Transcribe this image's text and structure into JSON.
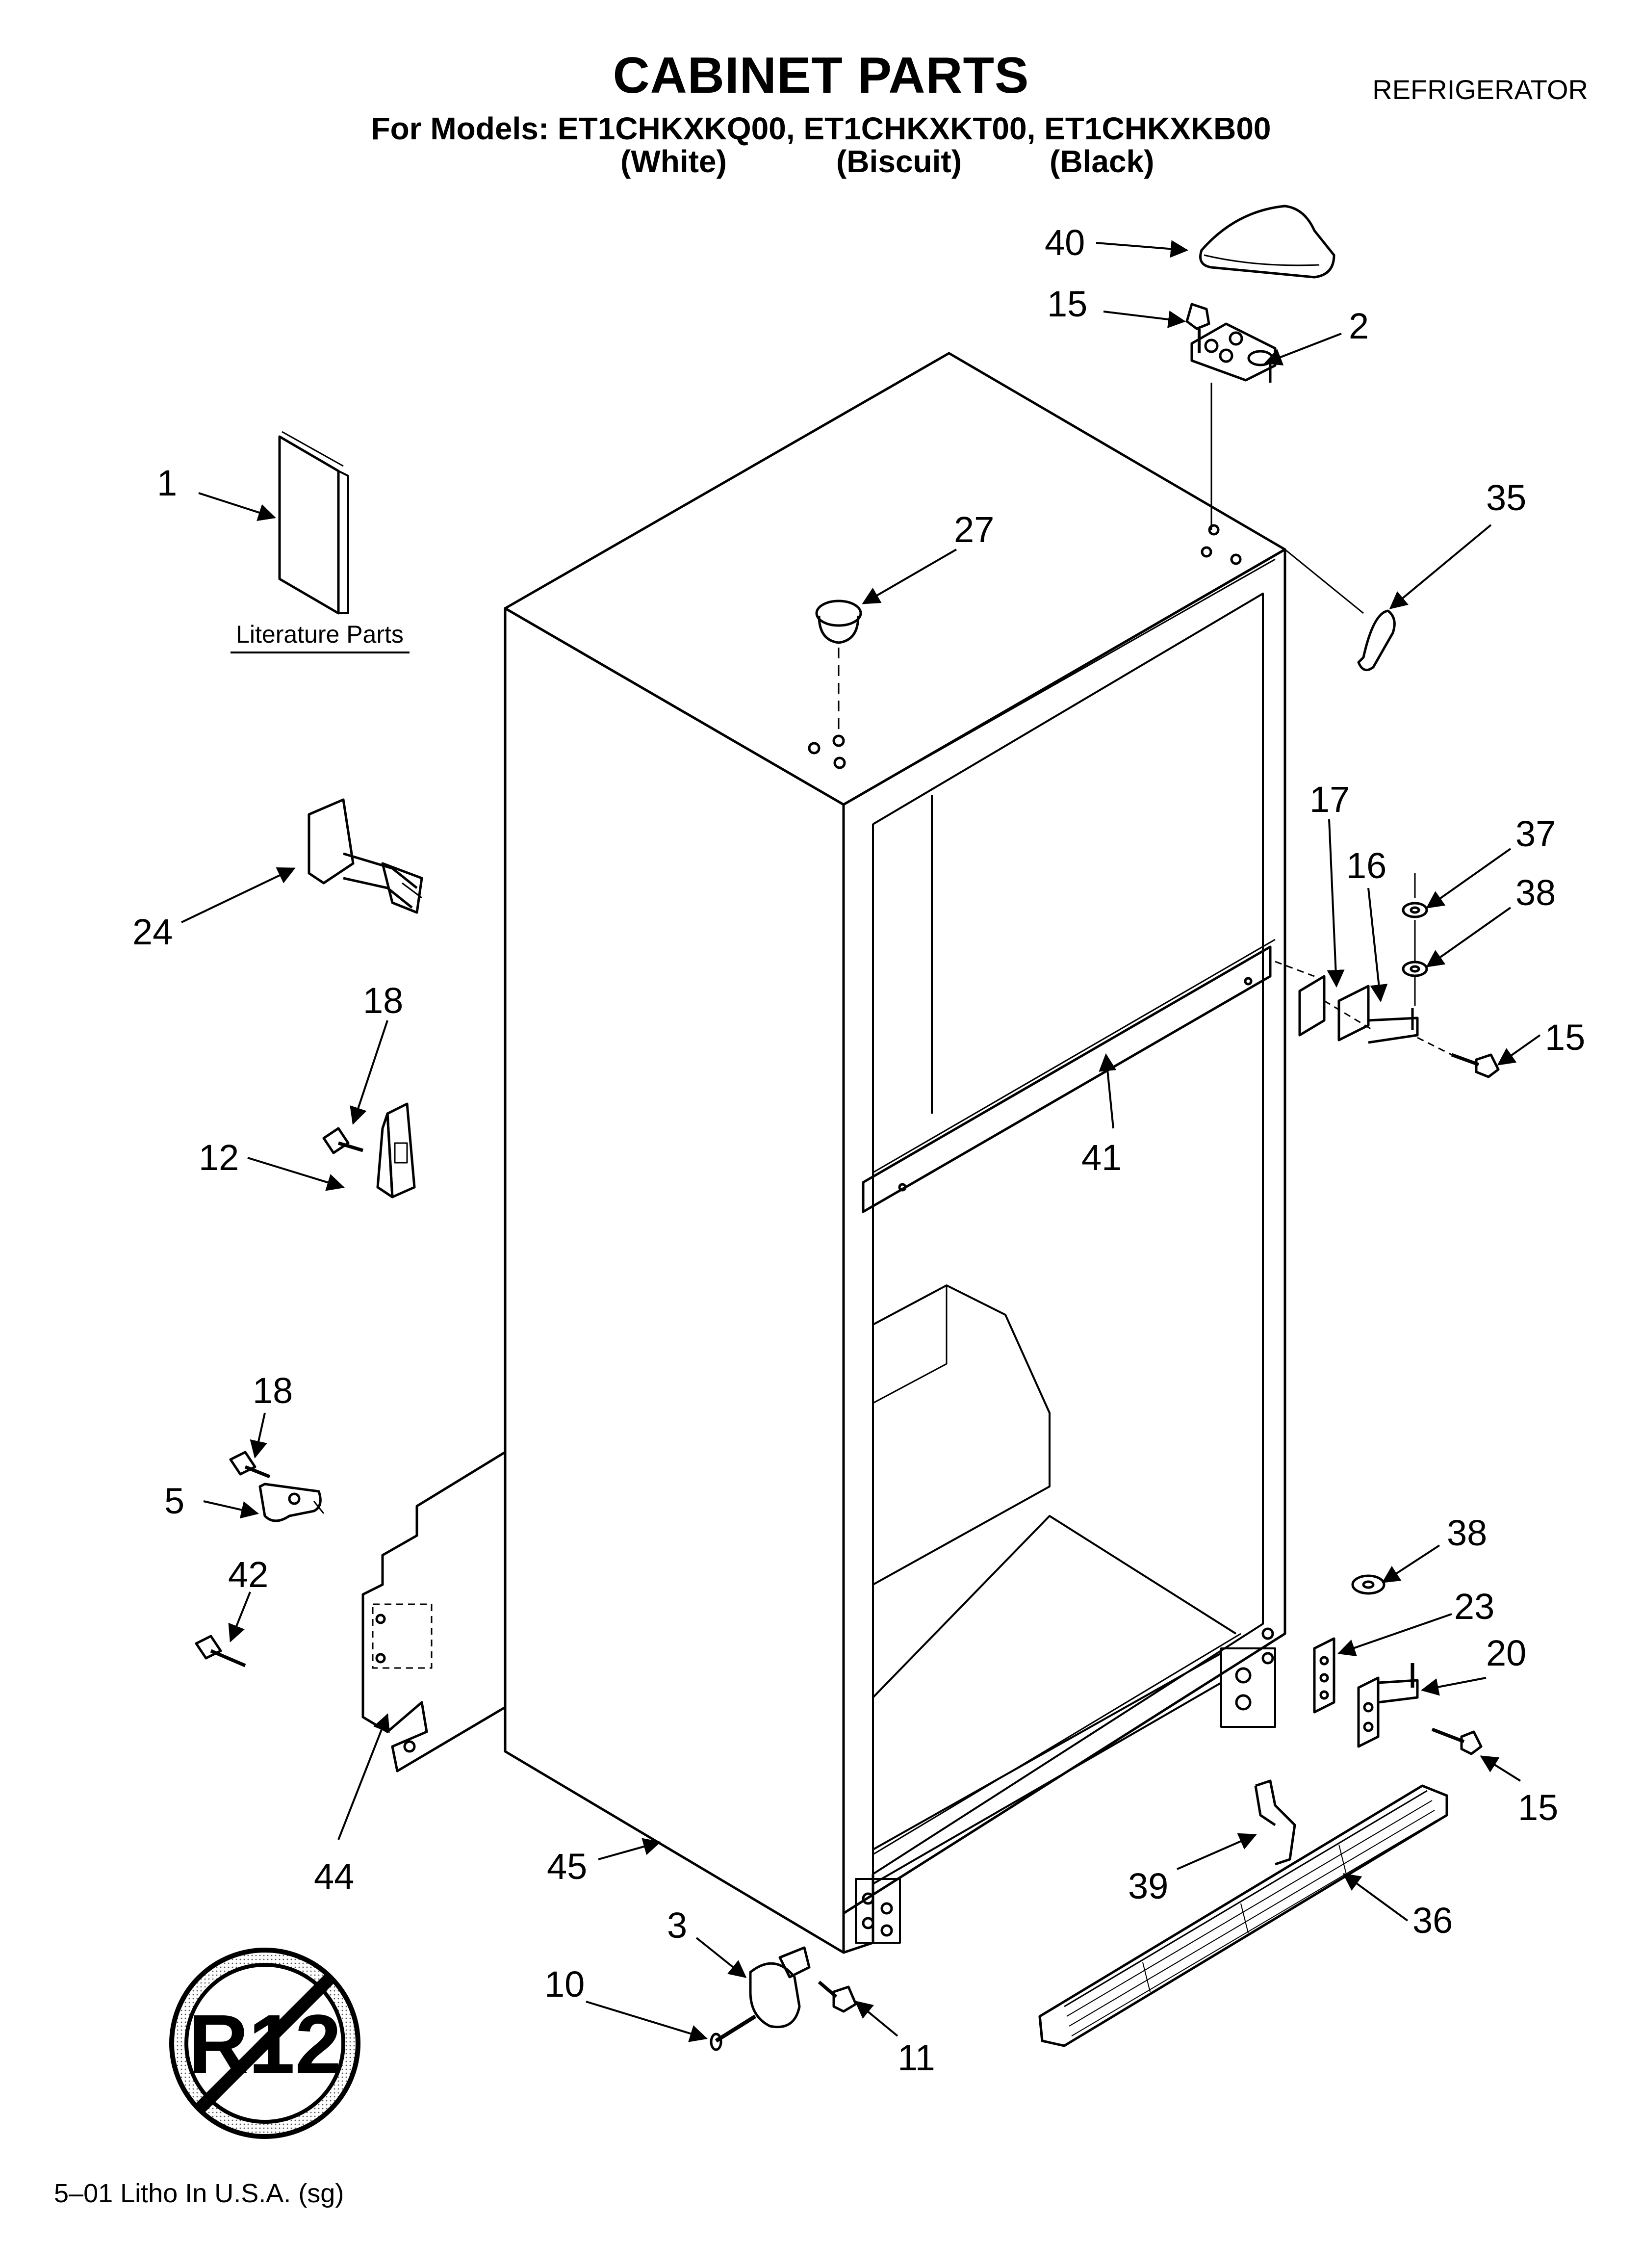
{
  "header": {
    "title": "CABINET PARTS",
    "category": "REFRIGERATOR",
    "models_line": "For Models: ET1CHKXKQ00, ET1CHKXKT00, ET1CHKXKB00",
    "variants": [
      "(White)",
      "(Biscuit)",
      "(Black)"
    ]
  },
  "literature_label": "Literature Parts",
  "symbol": {
    "text": "R12",
    "meaning": "no-R12-symbol"
  },
  "callouts": {
    "c1": "1",
    "c2": "2",
    "c3": "3",
    "c5": "5",
    "c10": "10",
    "c11": "11",
    "c12": "12",
    "c15a": "15",
    "c15b": "15",
    "c15c": "15",
    "c16": "16",
    "c17": "17",
    "c18a": "18",
    "c18b": "18",
    "c20": "20",
    "c23": "23",
    "c24": "24",
    "c27": "27",
    "c35": "35",
    "c36": "36",
    "c37": "37",
    "c38a": "38",
    "c38b": "38",
    "c39": "39",
    "c40": "40",
    "c41": "41",
    "c42": "42",
    "c44": "44",
    "c45": "45"
  },
  "footer": "5–01 Litho In U.S.A. (sg)"
}
